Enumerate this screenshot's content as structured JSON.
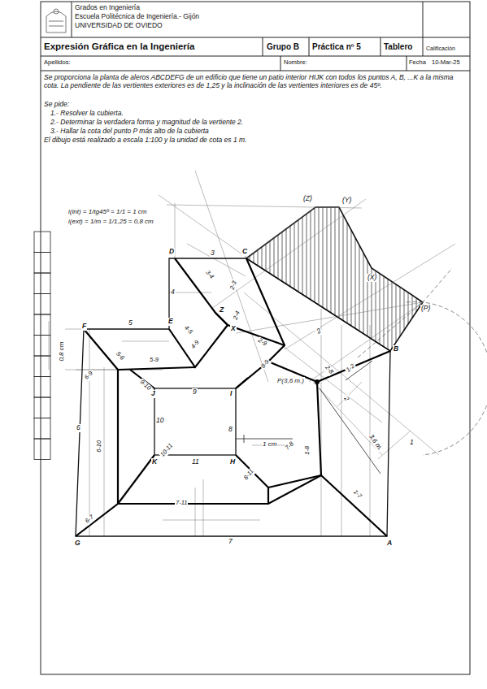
{
  "diagram": {
    "labels": [
      "Grados en Ingeniería",
      "Escuela Politécnica de Ingeniería.- Gijón",
      "UNIVERSIDAD DE OVIEDO",
      "Expresión Gráfica en la Ingeniería",
      "Grupo B",
      "Práctica nº 5",
      "Tablero",
      "Calificación",
      "Apellidos:",
      "Nombre:",
      "Fecha",
      "10-Mar-25",
      "Se proporciona la planta de aleros ABCDEFG de un edificio que tiene un patio interior HIJK con todos los puntos A, B, ...K a la misma cota. La pendiente de las vertientes exteriores es de 1,25 y la inclinación de las vertientes interiores es de 45º.",
      "Se pide:",
      "1.- Resolver la cubierta.",
      "2.- Determinar la verdadera forma y magnitud de la vertiente 2.",
      "3.- Hallar la cota del punto P más alto de la cubierta",
      "El dibujo está realizado a escala 1:100 y la unidad de cota es 1 m.",
      "i(int) = 1/tg45º = 1/1 = 1 cm",
      "i(ext) = 1/m = 1/1,25 = 0,8 cm",
      "D",
      "C",
      "E",
      "F",
      "G",
      "A",
      "B",
      "J",
      "I",
      "K",
      "H",
      "Z",
      "X",
      "(Z)",
      "(Y)",
      "(X)",
      "(P)",
      "3",
      "4",
      "5",
      "6",
      "7",
      "1",
      "2",
      "9",
      "8",
      "10",
      "11",
      "3-4",
      "2-3",
      "2-4",
      "4-5",
      "4-9",
      "2-9",
      "8-9",
      "2-8",
      "1-2",
      "5-6",
      "5-9",
      "6-9",
      "9-10",
      "6-10",
      "10-11",
      "6-7",
      "7-11",
      "8-11",
      "7-8",
      "1-7",
      "1-8",
      "0,8 cm",
      "1 cm",
      "P(3,6 m.)",
      "3,6 m.",
      "2"
    ]
  }
}
